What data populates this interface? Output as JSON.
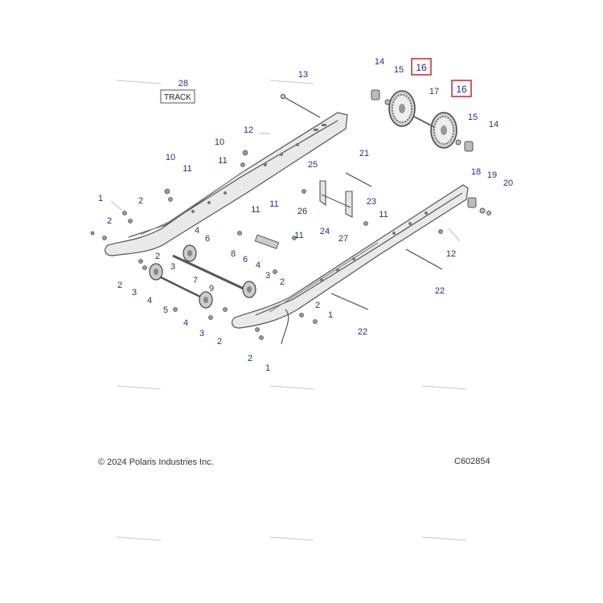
{
  "diagram": {
    "label_box": "TRACK",
    "highlighted_callouts": [
      "16",
      "16"
    ],
    "callouts": [
      "1",
      "2",
      "3",
      "4",
      "5",
      "6",
      "7",
      "8",
      "9",
      "10",
      "11",
      "12",
      "13",
      "14",
      "15",
      "16",
      "17",
      "18",
      "19",
      "20",
      "21",
      "22",
      "23",
      "24",
      "25",
      "26",
      "27",
      "28"
    ],
    "highlight_color": "#c0282e",
    "callout_color": "#2a2a8c",
    "part_color": "#555555"
  },
  "footer": {
    "copyright": "© 2024 Polaris Industries Inc.",
    "figure_id": "C602854"
  }
}
